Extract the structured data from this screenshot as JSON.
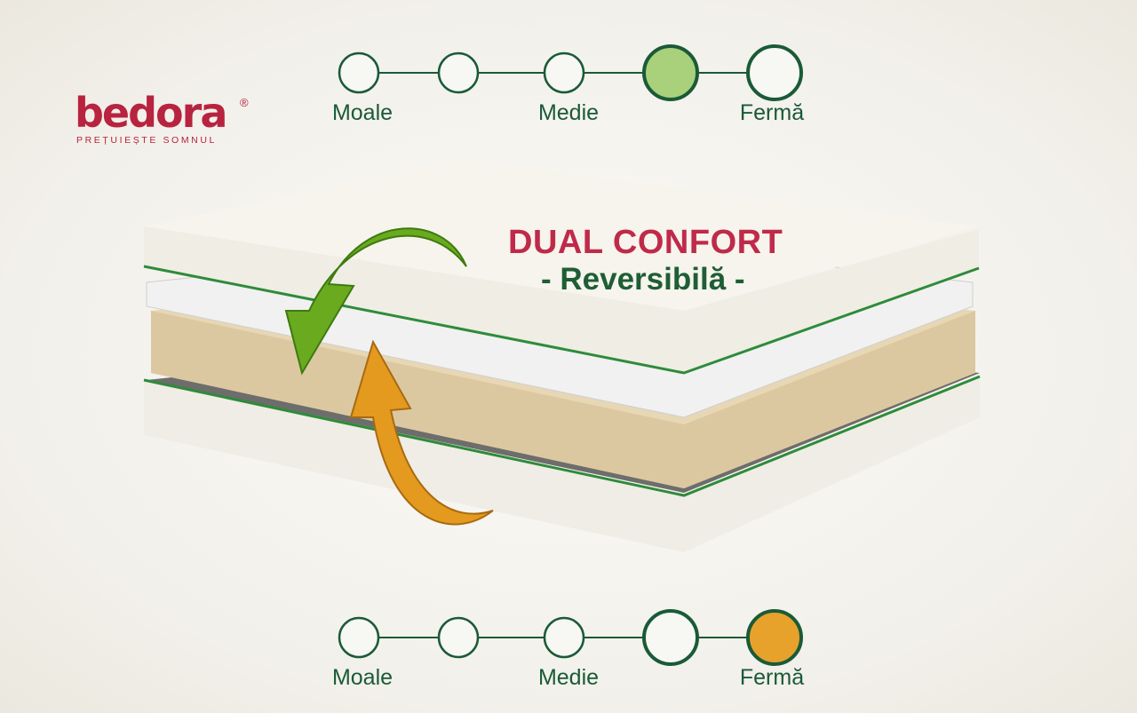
{
  "brand": {
    "name": "bedora",
    "registered": "®",
    "tagline": "PREȚUIEȘTE SOMNUL"
  },
  "headline": {
    "title": "DUAL CONFORT",
    "subtitle": "- Reversibilă -"
  },
  "firmness_scales": [
    {
      "side": "top",
      "labels": [
        "Moale",
        "Medie",
        "Fermă"
      ],
      "levels": 5,
      "selected_level": 4,
      "selected_color": "#a9d07a"
    },
    {
      "side": "bottom",
      "labels": [
        "Moale",
        "Medie",
        "Fermă"
      ],
      "levels": 5,
      "selected_level": 5,
      "selected_color": "#e7a22c"
    }
  ],
  "colors": {
    "brand": "#b8233f",
    "green": "#1a5a37",
    "arrow_green": "#6aaa1e",
    "arrow_orange": "#e39a1e"
  }
}
